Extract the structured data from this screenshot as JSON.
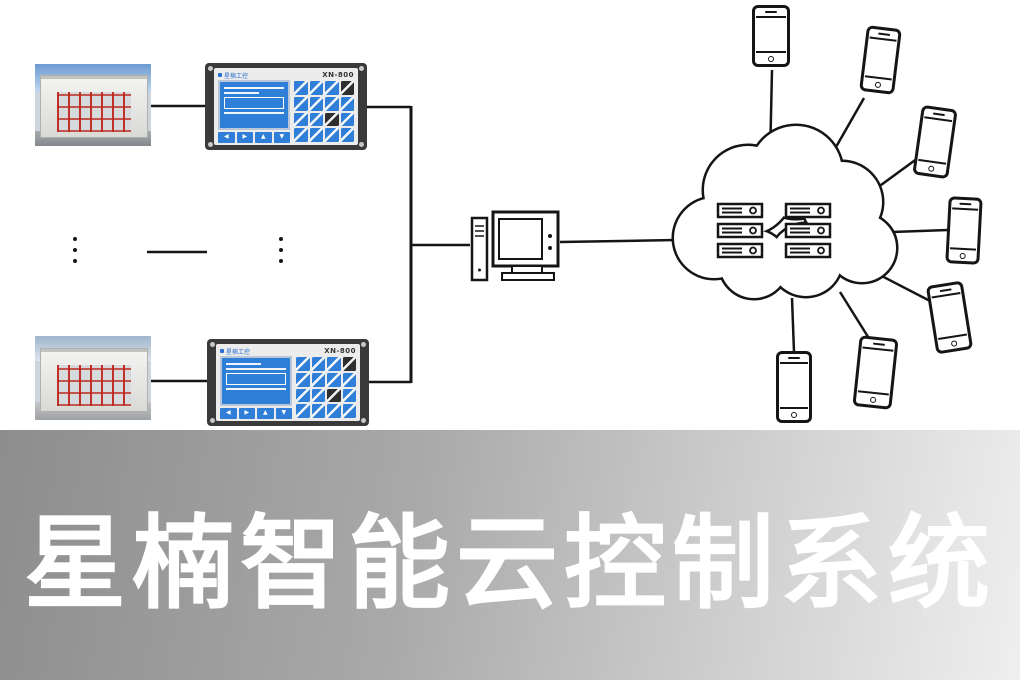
{
  "banner": {
    "title": "星楠智能云控制系统"
  },
  "controllers": [
    {
      "brand": "星楠工控",
      "model": "XN-800",
      "nav_keys": [
        "◀",
        "▶",
        "▲",
        "▼"
      ]
    },
    {
      "brand": "星楠工控",
      "model": "XN-800",
      "nav_keys": [
        "◀",
        "▶",
        "▲",
        "▼"
      ]
    }
  ],
  "icons": {
    "site_photo": "greenhouse-photo",
    "controller": "plc-controller",
    "computer": "desktop-computer-icon",
    "cloud": "cloud-server-icon",
    "server": "server-icon",
    "phone": "smartphone-icon",
    "ellipsis": "vertical-ellipsis"
  },
  "colors": {
    "line": "#151515",
    "key_blue": "#2f7fd8",
    "screen_blue": "#2f7fd8",
    "scaffold_red": "#be281e",
    "banner_gray_dark": "#8d8d8d",
    "banner_gray_light": "#efefef",
    "title_text": "#ffffff"
  }
}
